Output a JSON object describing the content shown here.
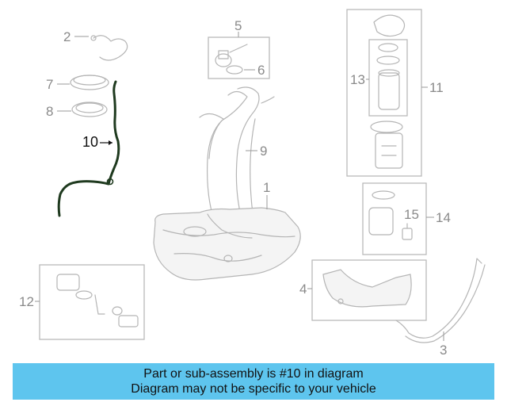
{
  "callouts": {
    "c1": "1",
    "c2": "2",
    "c3": "3",
    "c4": "4",
    "c5": "5",
    "c6": "6",
    "c7": "7",
    "c8": "8",
    "c9": "9",
    "c10": "10",
    "c11": "11",
    "c12": "12",
    "c13": "13",
    "c14": "14",
    "c15": "15"
  },
  "highlighted_part": "10",
  "colors": {
    "banner": "#5ec5ee",
    "highlight": "#1f3a1f",
    "line": "#b5b5b5"
  },
  "banner": {
    "line1": "Part or sub-assembly is #10 in diagram",
    "line2": "Diagram may not be specific to your vehicle"
  }
}
